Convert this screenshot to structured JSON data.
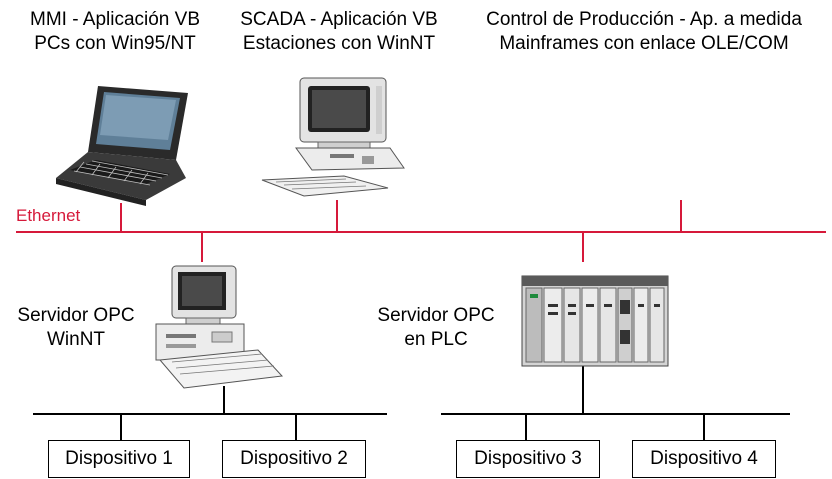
{
  "clients": {
    "mmi": {
      "line1": "MMI - Aplicación VB",
      "line2": "PCs con Win95/NT"
    },
    "scada": {
      "line1": "SCADA - Aplicación VB",
      "line2": "Estaciones con WinNT"
    },
    "production": {
      "line1": "Control de Producción - Ap. a medida",
      "line2": "Mainframes con enlace OLE/COM"
    }
  },
  "network": {
    "label": "Ethernet",
    "color": "#d6193a"
  },
  "servers": {
    "winnt": {
      "line1": "Servidor OPC",
      "line2": "WinNT"
    },
    "plc": {
      "line1": "Servidor OPC",
      "line2": "en PLC"
    }
  },
  "devices": [
    "Dispositivo 1",
    "Dispositivo 2",
    "Dispositivo 3",
    "Dispositivo 4"
  ],
  "icons": {
    "laptop": "laptop-icon",
    "workstation": "desktop-computer-icon",
    "server": "desktop-computer-icon",
    "plc": "plc-rack-icon"
  }
}
